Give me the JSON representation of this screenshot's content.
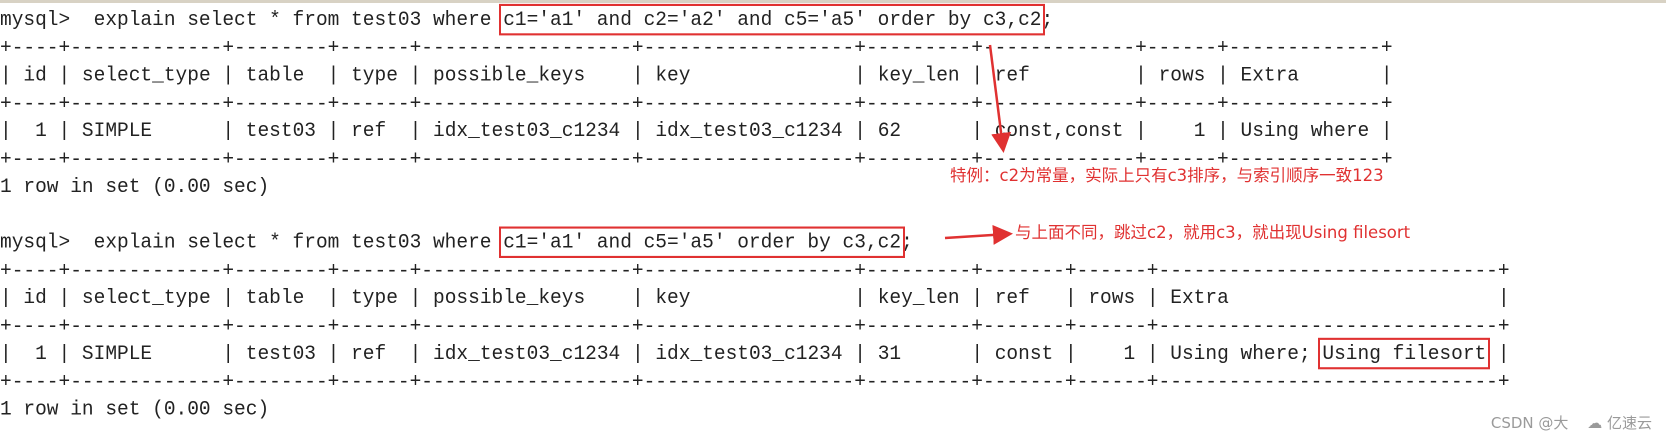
{
  "queries": [
    {
      "prompt": "mysql>  ",
      "sql_prefix": "explain select * from test03 where ",
      "sql_highlight": "c1='a1' and c2='a2' and c5='a5' order by c3,c2",
      "sql_suffix": ";",
      "columns": [
        "id",
        "select_type",
        "table",
        "type",
        "possible_keys",
        "key",
        "key_len",
        "ref",
        "rows",
        "Extra"
      ],
      "rows": [
        [
          "1",
          "SIMPLE",
          "test03",
          "ref",
          "idx_test03_c1234",
          "idx_test03_c1234",
          "62",
          "const,const",
          "1",
          "Using where"
        ]
      ],
      "footer": "1 row in set (0.00 sec)"
    },
    {
      "prompt": "mysql>  ",
      "sql_prefix": "explain select * from test03 where ",
      "sql_highlight": "c1='a1' and c5='a5' order by c3,c2",
      "sql_suffix": ";",
      "columns": [
        "id",
        "select_type",
        "table",
        "type",
        "possible_keys",
        "key",
        "key_len",
        "ref",
        "rows",
        "Extra"
      ],
      "rows": [
        [
          "1",
          "SIMPLE",
          "test03",
          "ref",
          "idx_test03_c1234",
          "idx_test03_c1234",
          "31",
          "const",
          "1",
          "Using where; Using filesort"
        ]
      ],
      "extra_highlight": "Using filesort",
      "footer": "1 row in set (0.00 sec)"
    }
  ],
  "annotations": {
    "note1": "特例：c2为常量，实际上只有c3排序，与索引顺序一致123",
    "note2": "与上面不同，跳过c2，就用c3，就出现Using filesort"
  },
  "watermark": {
    "csdn": "CSDN @大",
    "brand": "亿速云"
  },
  "colors": {
    "annotation": "#e03131",
    "text": "#222222",
    "watermark": "#9a9a9a"
  }
}
